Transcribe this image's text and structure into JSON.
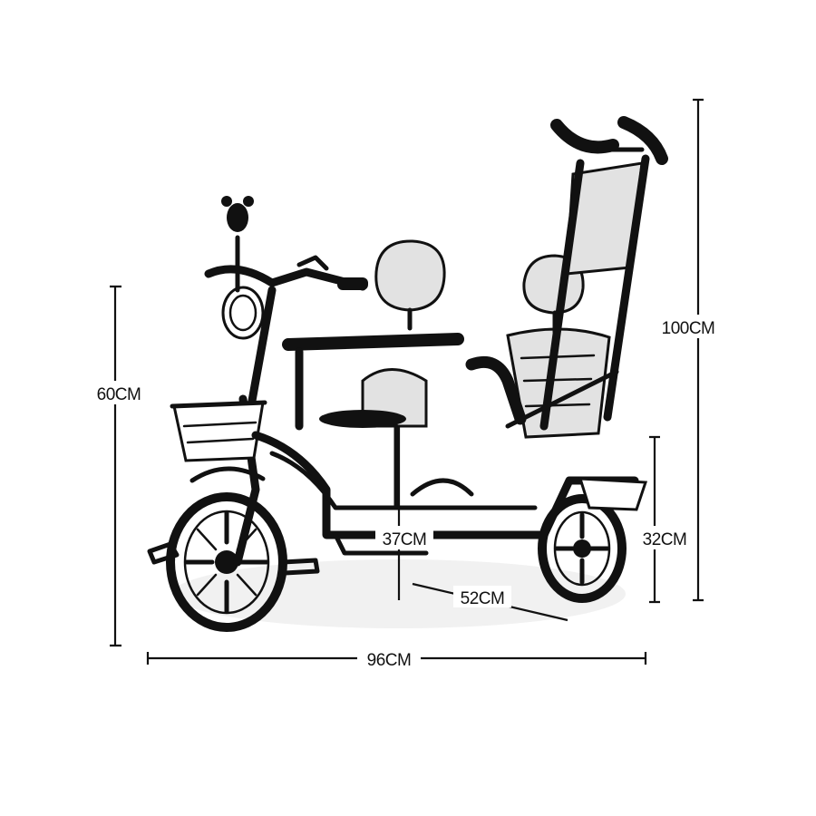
{
  "dimensions": {
    "overall_height": "100CM",
    "handle_height": "60CM",
    "seat_height": "37CM",
    "rear_height": "32CM",
    "width": "52CM",
    "length": "96CM"
  },
  "colors": {
    "ink": "#111111",
    "background": "#ffffff"
  }
}
